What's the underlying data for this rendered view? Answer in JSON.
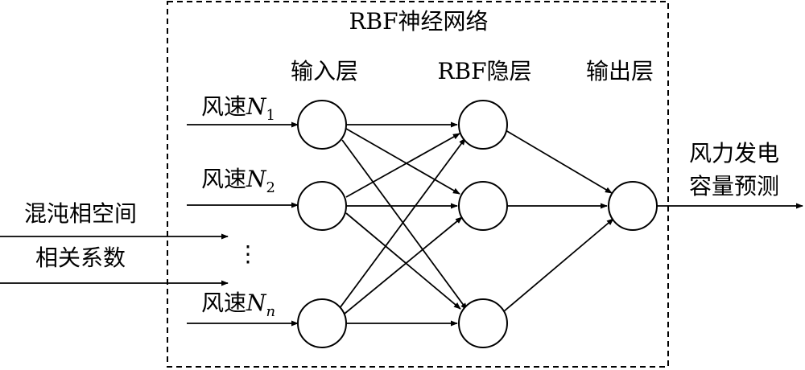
{
  "title": "RBF神经网络",
  "layers": {
    "input": "输入层",
    "hidden": "RBF隐层",
    "output": "输出层"
  },
  "inputs": [
    {
      "prefix": "风速",
      "var": "N",
      "sub": "1"
    },
    {
      "prefix": "风速",
      "var": "N",
      "sub": "2"
    },
    {
      "prefix": "风速",
      "var": "N",
      "sub": "n"
    }
  ],
  "ellipsis": "⋮",
  "side_inputs": [
    "混沌相空间",
    "相关系数"
  ],
  "output_label": [
    "风力发电",
    "容量预测"
  ],
  "colors": {
    "line": "#000000",
    "background": "#ffffff"
  }
}
